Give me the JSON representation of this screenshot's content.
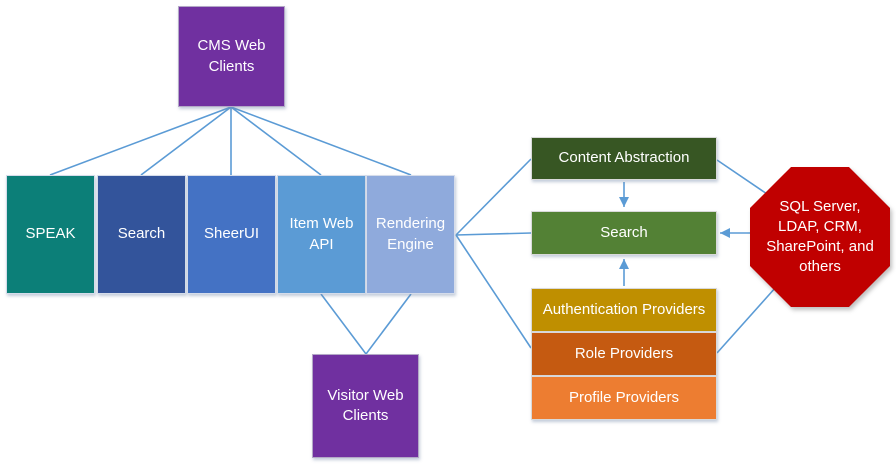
{
  "diagram": {
    "type": "architecture-diagram",
    "nodes": {
      "cms_web_clients": {
        "label": "CMS Web Clients"
      },
      "speak": {
        "label": "SPEAK"
      },
      "client_search": {
        "label": "Search"
      },
      "sheer_ui": {
        "label": "SheerUI"
      },
      "item_web_api": {
        "label": "Item Web API"
      },
      "rendering_engine": {
        "label": "Rendering Engine"
      },
      "visitor_web_clients": {
        "label": "Visitor Web Clients"
      },
      "content_abstraction": {
        "label": "Content Abstraction"
      },
      "search_service": {
        "label": "Search"
      },
      "authentication_providers": {
        "label": "Authentication Providers"
      },
      "role_providers": {
        "label": "Role Providers"
      },
      "profile_providers": {
        "label": "Profile Providers"
      },
      "external_systems": {
        "label": "SQL Server, LDAP, CRM, SharePoint, and others"
      }
    },
    "colors": {
      "cms_web_clients": "#7030A0",
      "speak": "#0C7F78",
      "client_search": "#33549B",
      "sheer_ui": "#4472C4",
      "item_web_api": "#5B9BD5",
      "rendering_engine": "#8FAADC",
      "visitor_web_clients": "#7030A0",
      "content_abstraction": "#375623",
      "search_service": "#538135",
      "authentication_providers": "#BF8F00",
      "role_providers": "#C55A11",
      "profile_providers": "#ED7D31",
      "external_systems": "#C00000",
      "connector": "#5B9BD5",
      "text": "#FFFFFF"
    },
    "edges": [
      {
        "from": "cms_web_clients",
        "to": "speak",
        "arrow": false
      },
      {
        "from": "cms_web_clients",
        "to": "client_search",
        "arrow": false
      },
      {
        "from": "cms_web_clients",
        "to": "sheer_ui",
        "arrow": false
      },
      {
        "from": "cms_web_clients",
        "to": "item_web_api",
        "arrow": false
      },
      {
        "from": "cms_web_clients",
        "to": "rendering_engine",
        "arrow": false
      },
      {
        "from": "item_web_api",
        "to": "visitor_web_clients",
        "arrow": false
      },
      {
        "from": "rendering_engine",
        "to": "visitor_web_clients",
        "arrow": false
      },
      {
        "from": "rendering_engine",
        "to": "content_abstraction",
        "arrow": false
      },
      {
        "from": "rendering_engine",
        "to": "search_service",
        "arrow": false
      },
      {
        "from": "rendering_engine",
        "to": "role_providers",
        "arrow": false
      },
      {
        "from": "content_abstraction",
        "to": "search_service",
        "arrow": true
      },
      {
        "from": "authentication_providers",
        "to": "search_service",
        "arrow": true
      },
      {
        "from": "external_systems",
        "to": "search_service",
        "arrow": true
      },
      {
        "from": "external_systems",
        "to": "content_abstraction",
        "arrow": false
      },
      {
        "from": "external_systems",
        "to": "role_providers",
        "arrow": false
      }
    ]
  }
}
